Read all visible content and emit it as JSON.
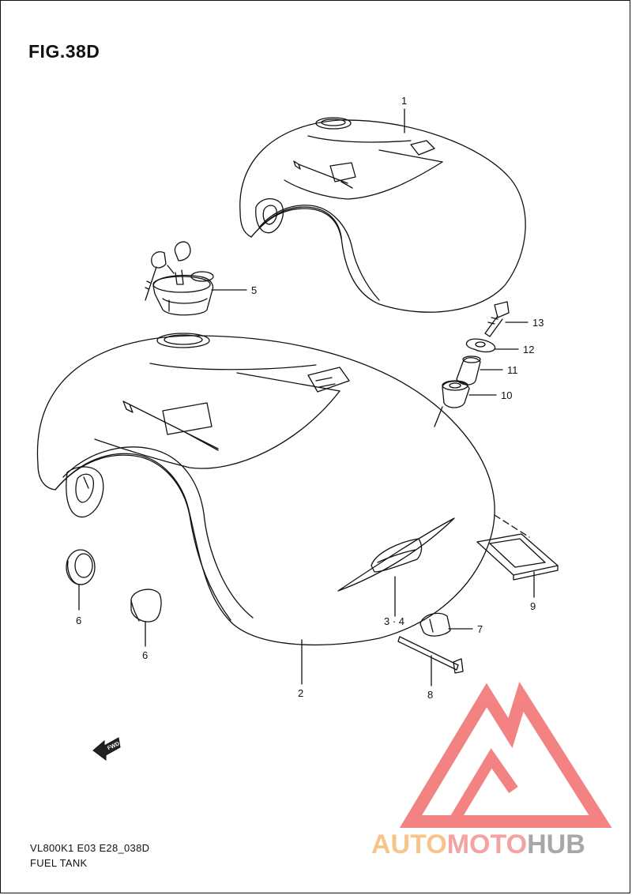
{
  "figure": {
    "title": "FIG.38D",
    "model_code": "VL800K1 E03 E28_038D",
    "name": "FUEL TANK"
  },
  "fwd_label": "FWD",
  "parts": [
    {
      "id": "p1",
      "label": "1"
    },
    {
      "id": "p2",
      "label": "2"
    },
    {
      "id": "p34",
      "label": "3 · 4"
    },
    {
      "id": "p5",
      "label": "5"
    },
    {
      "id": "p6a",
      "label": "6"
    },
    {
      "id": "p6b",
      "label": "6"
    },
    {
      "id": "p7",
      "label": "7"
    },
    {
      "id": "p8",
      "label": "8"
    },
    {
      "id": "p9",
      "label": "9"
    },
    {
      "id": "p10",
      "label": "10"
    },
    {
      "id": "p11",
      "label": "11"
    },
    {
      "id": "p12",
      "label": "12"
    },
    {
      "id": "p13",
      "label": "13"
    }
  ],
  "watermark": {
    "part1": "AUTO",
    "part2": "MOTO",
    "part3": "HUB",
    "color_auto": "#f7c58a",
    "color_moto": "#f4a3a3",
    "color_hub": "#a7a7a7",
    "logo_color": "#f26d6d"
  }
}
